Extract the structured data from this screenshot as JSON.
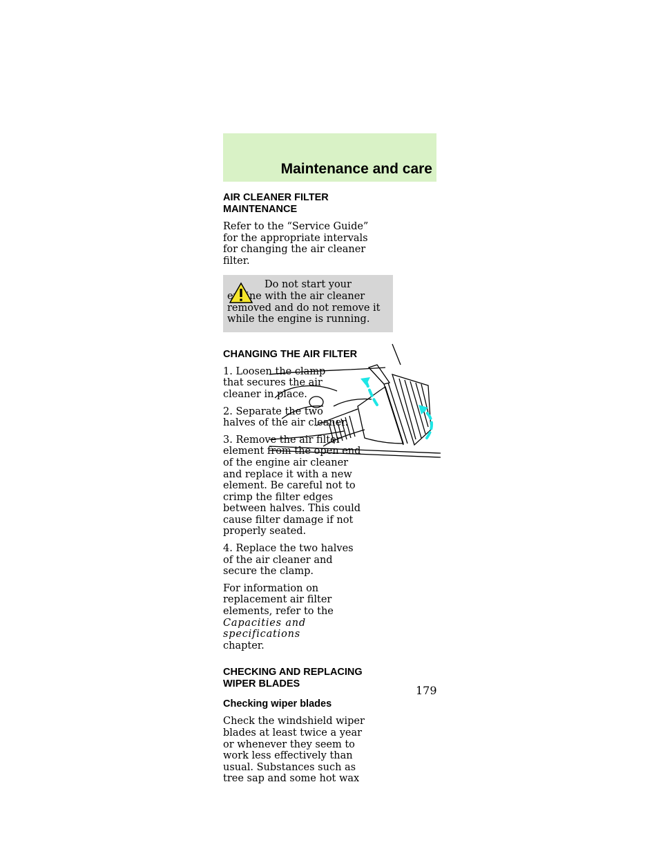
{
  "header": {
    "title": "Maintenance and care"
  },
  "section1": {
    "heading": "AIR CLEANER FILTER MAINTENANCE",
    "paragraph": "Refer to the “Service Guide” for the appropriate intervals for changing the air cleaner filter."
  },
  "warning": {
    "icon": "warning-triangle-icon",
    "text": "Do not start your engine with the air cleaner removed and do not remove it while the engine is running."
  },
  "section2": {
    "heading": "CHANGING THE AIR FILTER",
    "steps": [
      "1. Loosen the clamp that secures the air cleaner in place.",
      "2. Separate the two halves of the air cleaner.",
      "3. Remove the air filter element from the open end of the engine air cleaner and replace it with a new element. Be careful not to crimp the filter edges between halves. This could cause filter damage if not properly seated.",
      "4. Replace the two halves of the air cleaner and secure the clamp."
    ],
    "info_prefix": "For information on replacement air filter elements, refer to the",
    "info_ref": "Capacities and specifications",
    "info_suffix": "chapter."
  },
  "section3": {
    "heading": "CHECKING AND REPLACING WIPER BLADES",
    "subheading": "Checking wiper blades",
    "paragraph": "Check the windshield wiper blades at least twice a year or whenever they seem to work less effectively than usual. Substances such as tree sap and some hot wax"
  },
  "illustration": {
    "icon": "air-cleaner-illustration",
    "arrow_color": "#1ee6e6"
  },
  "page_number": "179"
}
